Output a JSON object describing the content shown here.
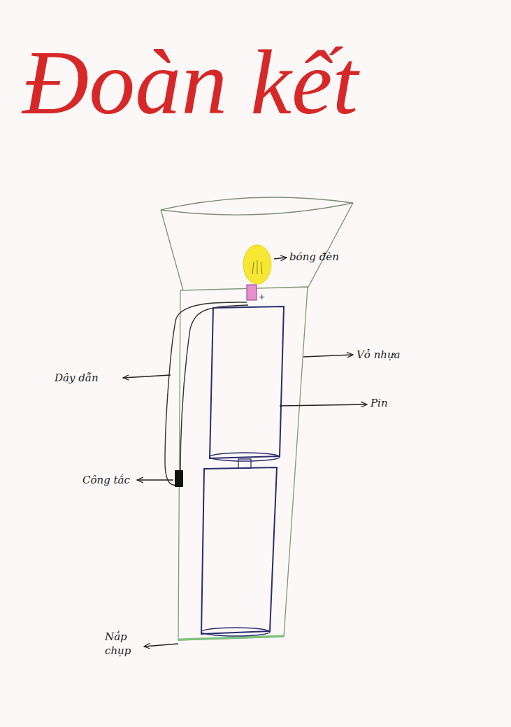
{
  "diagram": {
    "title": "Đoàn kết",
    "labels": [
      "bóng đèn",
      "Vỏ nhựa",
      "Pin",
      "Dây dẫn",
      "Công tắc",
      "Nắp chụp",
      "+"
    ]
  }
}
